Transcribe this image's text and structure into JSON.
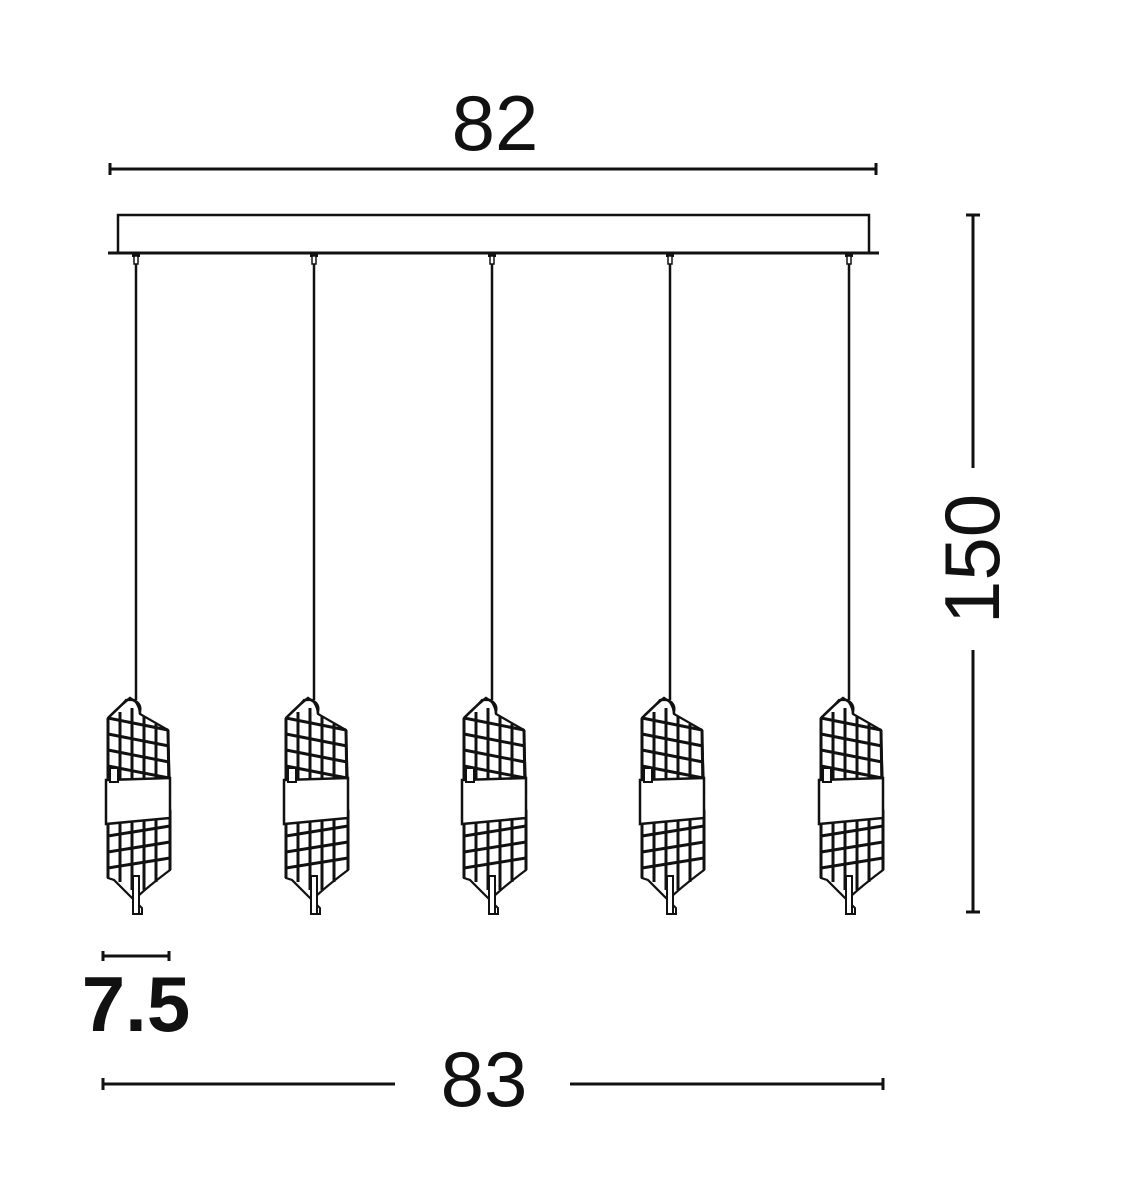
{
  "diagram": {
    "type": "technical-dimension-drawing",
    "subject": "linear pendant light with 5 spiral mesh shades on rectangular canopy",
    "dimensions": {
      "canopy_width": "82",
      "overall_height": "150",
      "shade_diameter": "7.5",
      "overall_width": "83"
    },
    "pendant_count": 5,
    "colors": {
      "line": "#111111",
      "background": "#ffffff",
      "fill": "#ffffff"
    }
  }
}
